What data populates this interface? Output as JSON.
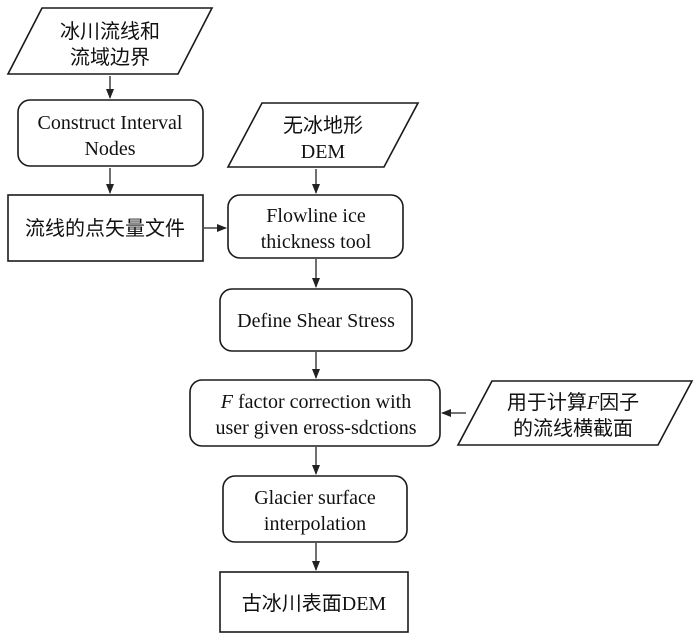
{
  "nodes": {
    "glacier_input": {
      "line1": "冰川流线和",
      "line2": "流域边界"
    },
    "construct_nodes": {
      "line1": "Construct Interval",
      "line2": "Nodes"
    },
    "ice_free_dem": {
      "line1": "无冰地形",
      "line2": "DEM"
    },
    "point_vector": {
      "label": "流线的点矢量文件"
    },
    "flowline_tool": {
      "line1": "Flowline ice",
      "line2": "thickness tool"
    },
    "shear_stress": {
      "label": "Define Shear Stress"
    },
    "f_factor": {
      "line1_italic": "F",
      "line1_rest": " factor correction with",
      "line2": "user given eross-sdctions"
    },
    "cross_sections": {
      "line1_prefix": "用于计算",
      "line1_italic": "F",
      "line1_suffix": "因子",
      "line2": "的流线横截面"
    },
    "surface_interp": {
      "line1": "Glacier surface",
      "line2": "interpolation"
    },
    "paleo_dem": {
      "label": "古冰川表面DEM"
    }
  },
  "edges": [
    {
      "from": "glacier_input",
      "to": "construct_nodes"
    },
    {
      "from": "construct_nodes",
      "to": "point_vector"
    },
    {
      "from": "point_vector",
      "to": "flowline_tool"
    },
    {
      "from": "ice_free_dem",
      "to": "flowline_tool"
    },
    {
      "from": "flowline_tool",
      "to": "shear_stress"
    },
    {
      "from": "shear_stress",
      "to": "f_factor"
    },
    {
      "from": "cross_sections",
      "to": "f_factor"
    },
    {
      "from": "f_factor",
      "to": "surface_interp"
    },
    {
      "from": "surface_interp",
      "to": "paleo_dem"
    }
  ]
}
